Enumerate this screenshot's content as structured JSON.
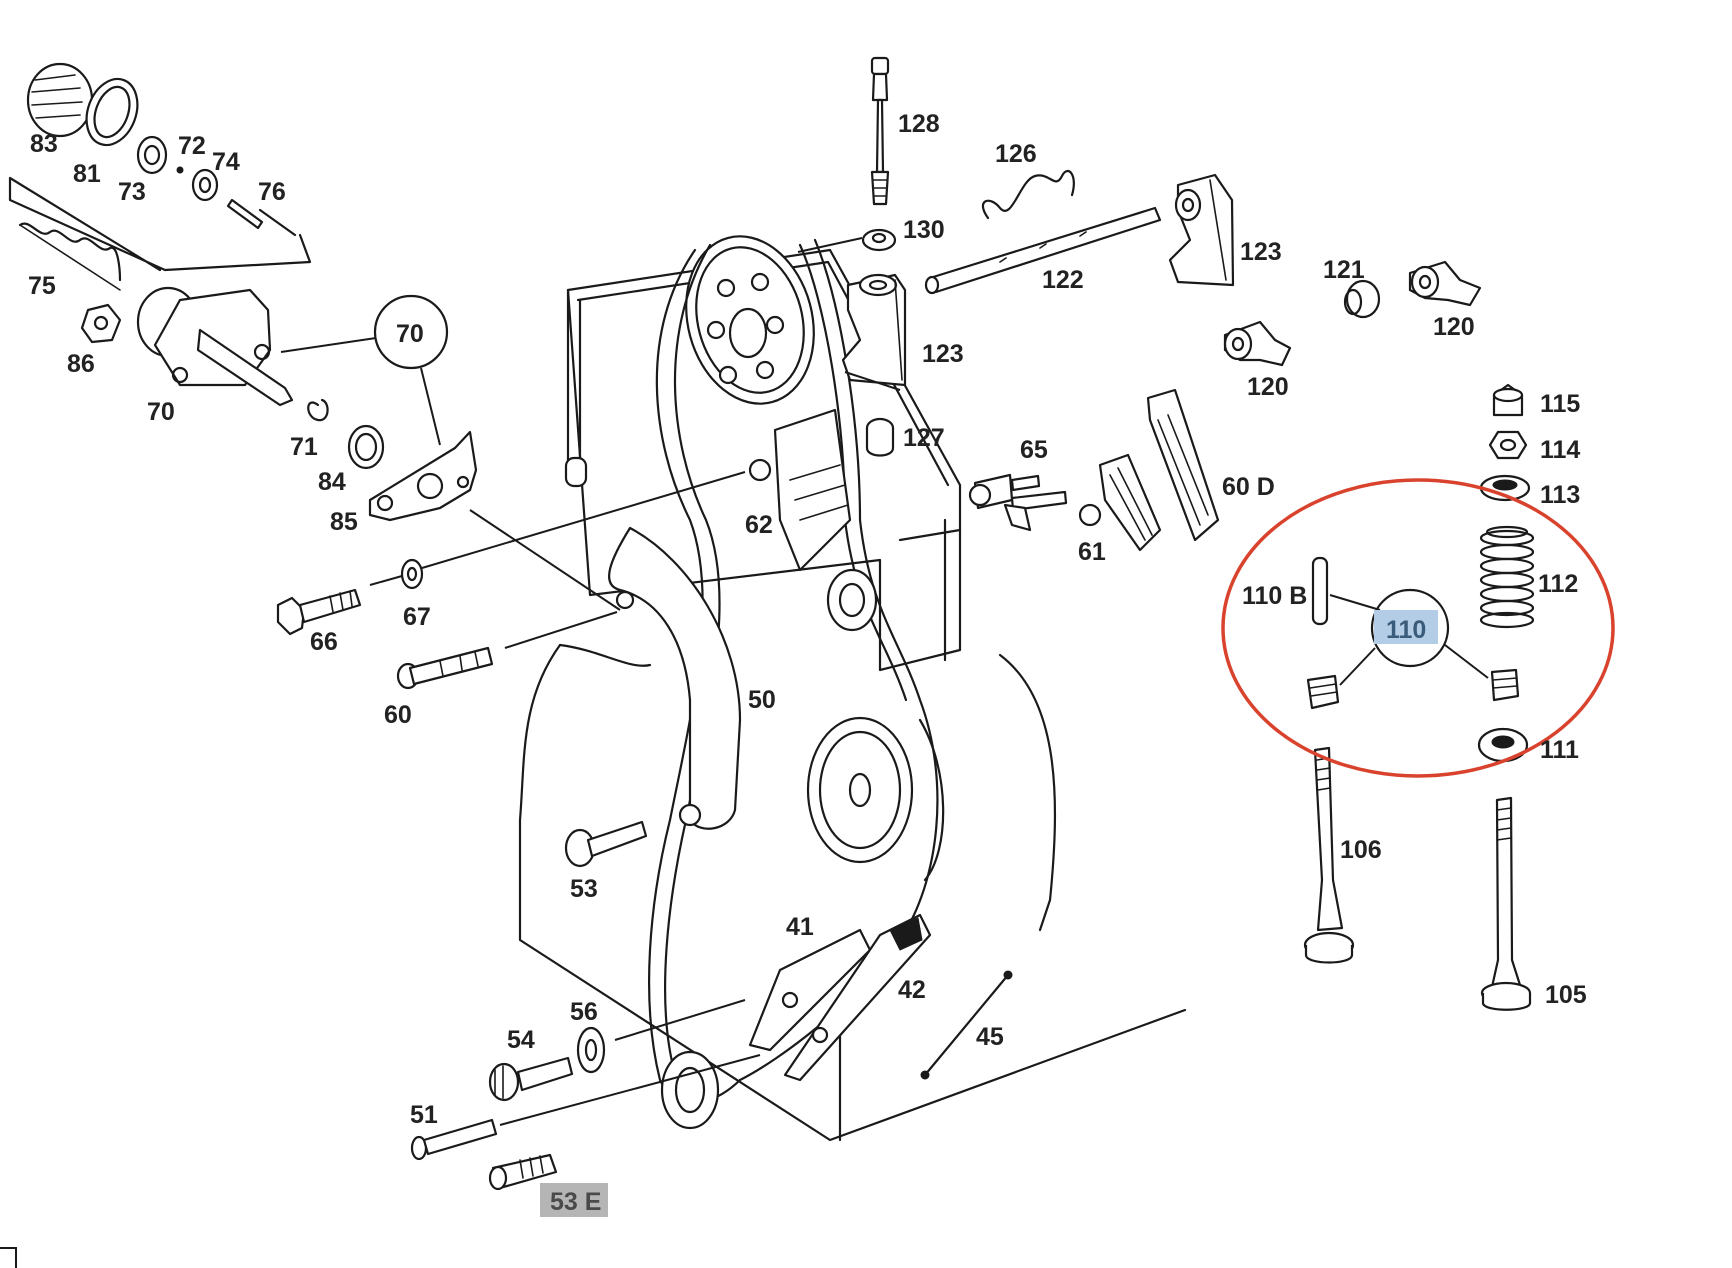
{
  "parts": [
    {
      "id": "p83",
      "label": "83"
    },
    {
      "id": "p81",
      "label": "81"
    },
    {
      "id": "p73",
      "label": "73"
    },
    {
      "id": "p72",
      "label": "72"
    },
    {
      "id": "p74",
      "label": "74"
    },
    {
      "id": "p76",
      "label": "76"
    },
    {
      "id": "p75",
      "label": "75"
    },
    {
      "id": "p86",
      "label": "86"
    },
    {
      "id": "p70a",
      "label": "70"
    },
    {
      "id": "p70b",
      "label": "70"
    },
    {
      "id": "p71",
      "label": "71"
    },
    {
      "id": "p84",
      "label": "84"
    },
    {
      "id": "p85",
      "label": "85"
    },
    {
      "id": "p128",
      "label": "128"
    },
    {
      "id": "p126",
      "label": "126"
    },
    {
      "id": "p130",
      "label": "130"
    },
    {
      "id": "p122",
      "label": "122"
    },
    {
      "id": "p123a",
      "label": "123"
    },
    {
      "id": "p123b",
      "label": "123"
    },
    {
      "id": "p121",
      "label": "121"
    },
    {
      "id": "p120a",
      "label": "120"
    },
    {
      "id": "p120b",
      "label": "120"
    },
    {
      "id": "p127",
      "label": "127"
    },
    {
      "id": "p115",
      "label": "115"
    },
    {
      "id": "p114",
      "label": "114"
    },
    {
      "id": "p113",
      "label": "113"
    },
    {
      "id": "p65",
      "label": "65"
    },
    {
      "id": "p60d",
      "label": "60 D"
    },
    {
      "id": "p62",
      "label": "62"
    },
    {
      "id": "p61",
      "label": "61"
    },
    {
      "id": "p112",
      "label": "112"
    },
    {
      "id": "p110b",
      "label": "110 B"
    },
    {
      "id": "p110",
      "label": "110"
    },
    {
      "id": "p67",
      "label": "67"
    },
    {
      "id": "p66",
      "label": "66"
    },
    {
      "id": "p60",
      "label": "60"
    },
    {
      "id": "p50",
      "label": "50"
    },
    {
      "id": "p111",
      "label": "111"
    },
    {
      "id": "p106",
      "label": "106"
    },
    {
      "id": "p53",
      "label": "53"
    },
    {
      "id": "p41",
      "label": "41"
    },
    {
      "id": "p42",
      "label": "42"
    },
    {
      "id": "p105",
      "label": "105"
    },
    {
      "id": "p45",
      "label": "45"
    },
    {
      "id": "p56",
      "label": "56"
    },
    {
      "id": "p54",
      "label": "54"
    },
    {
      "id": "p51",
      "label": "51"
    },
    {
      "id": "p53e",
      "label": "53 E"
    }
  ],
  "highlights": {
    "selected_part": "110",
    "annotation_color": "#d9432e",
    "selection_color": "#b3cde6",
    "tag_color": "#b5b5b5"
  }
}
